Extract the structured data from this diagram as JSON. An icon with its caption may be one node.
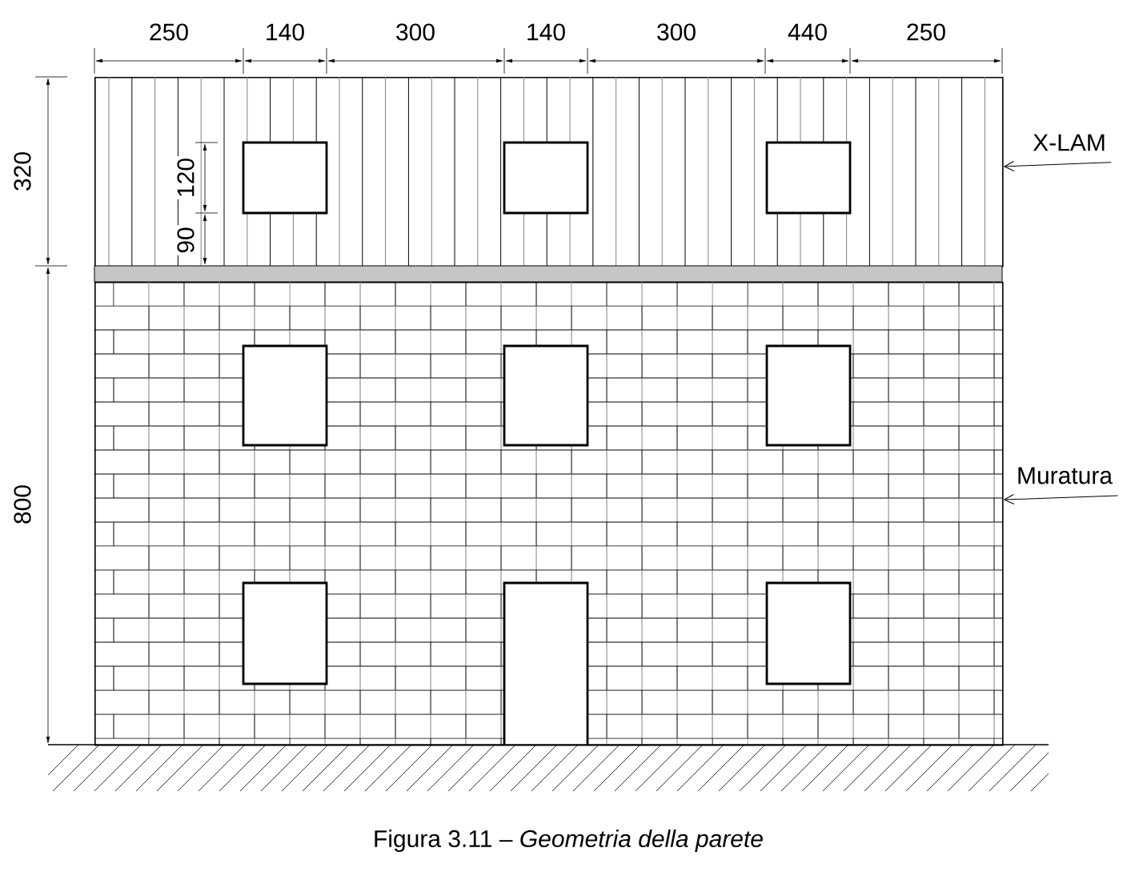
{
  "diagram": {
    "caption": "Figura 3.11 – *Geometria della parete*",
    "nodes": [
      {
        "text": [],
        "shape": "box"
      },
      {
        "text": [],
        "shape": "box"
      },
      {
        "text": [
          "X-LAM"
        ]
      },
      {
        "text": [
          "Muratura"
        ]
      }
    ],
    "edges": [
      {
        "from": 2,
        "to": 0,
        "arrow": "to"
      },
      {
        "from": 3,
        "to": 1,
        "arrow": "to"
      }
    ],
    "labels": [
      "250",
      "140",
      "300",
      "140",
      "300",
      "440",
      "250",
      "320",
      "90",
      "120",
      "800"
    ]
  }
}
